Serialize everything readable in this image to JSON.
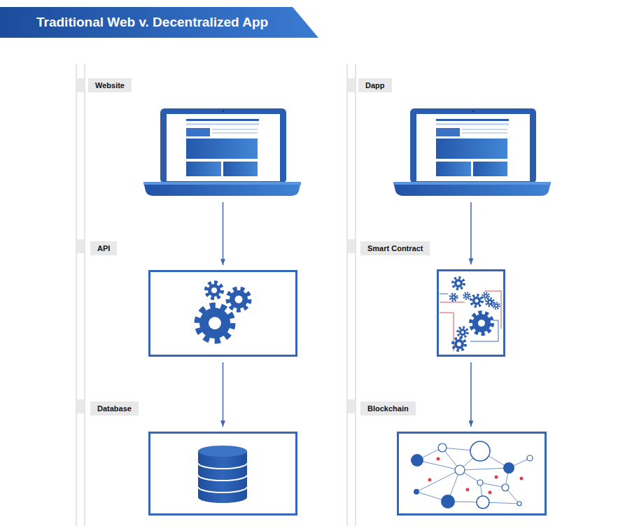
{
  "diagram": {
    "title": "Traditional Web v. Decentralized App",
    "nodes": [
      {
        "text": [
          "Website"
        ]
      },
      {
        "text": [
          "API"
        ]
      },
      {
        "text": [
          "Database"
        ]
      },
      {
        "text": [
          "Dapp"
        ]
      },
      {
        "text": [
          "Smart Contract"
        ]
      },
      {
        "text": [
          "Blockchain"
        ]
      }
    ],
    "edges": [
      {
        "from": 0,
        "to": 1,
        "arrow": "to"
      },
      {
        "from": 1,
        "to": 2,
        "arrow": "to"
      },
      {
        "from": 3,
        "to": 4,
        "arrow": "to"
      },
      {
        "from": 4,
        "to": 5,
        "arrow": "to"
      }
    ]
  }
}
